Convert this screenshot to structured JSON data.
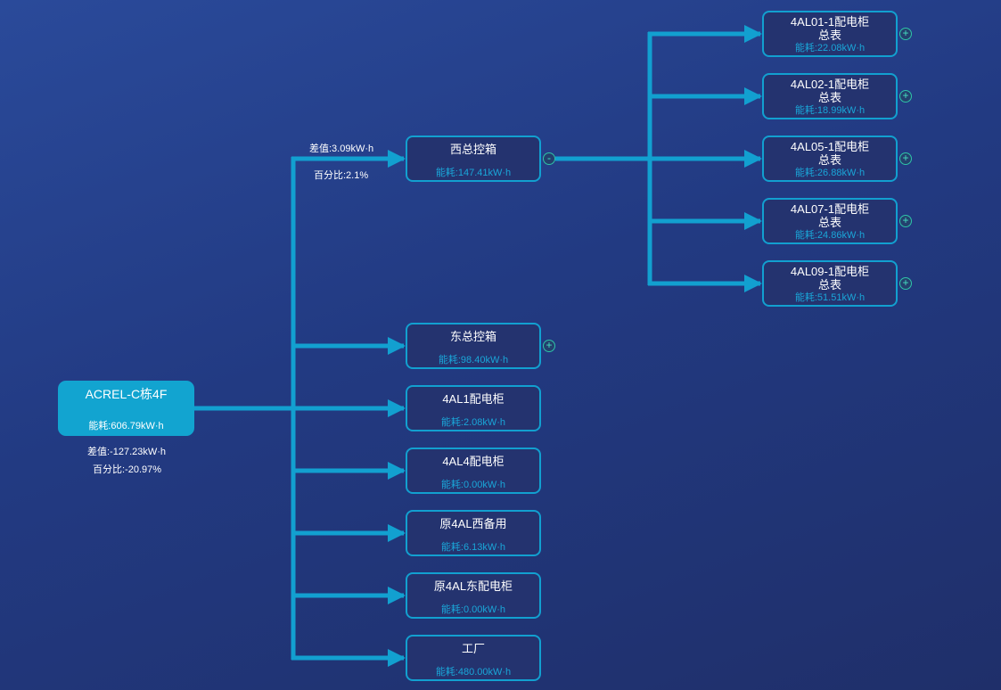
{
  "root": {
    "name": "ACREL-C栋4F",
    "energy": "能耗:606.79kW·h",
    "diff": "差值:-127.23kW·h",
    "pct": "百分比:-20.97%"
  },
  "level1": [
    {
      "name": "西总控箱",
      "energy": "能耗:147.41kW·h",
      "toggle": "-",
      "diff": "差值:3.09kW·h",
      "pct": "百分比:2.1%"
    },
    {
      "name": "东总控箱",
      "energy": "能耗:98.40kW·h",
      "toggle": "+"
    },
    {
      "name": "4AL1配电柜",
      "energy": "能耗:2.08kW·h"
    },
    {
      "name": "4AL4配电柜",
      "energy": "能耗:0.00kW·h"
    },
    {
      "name": "原4AL西备用",
      "energy": "能耗:6.13kW·h"
    },
    {
      "name": "原4AL东配电柜",
      "energy": "能耗:0.00kW·h"
    },
    {
      "name": "工厂",
      "energy": "能耗:480.00kW·h"
    }
  ],
  "level2": [
    {
      "name": "4AL01-1配电柜总表",
      "energy": "能耗:22.08kW·h",
      "toggle": "+"
    },
    {
      "name": "4AL02-1配电柜总表",
      "energy": "能耗:18.99kW·h",
      "toggle": "+"
    },
    {
      "name": "4AL05-1配电柜总表",
      "energy": "能耗:26.88kW·h",
      "toggle": "+"
    },
    {
      "name": "4AL07-1配电柜总表",
      "energy": "能耗:24.86kW·h",
      "toggle": "+"
    },
    {
      "name": "4AL09-1配电柜总表",
      "energy": "能耗:51.51kW·h",
      "toggle": "+"
    }
  ],
  "colors": {
    "link": "#12a0d0",
    "toggle": "#2fc4a8",
    "energy_text": "#1aa6d8"
  }
}
